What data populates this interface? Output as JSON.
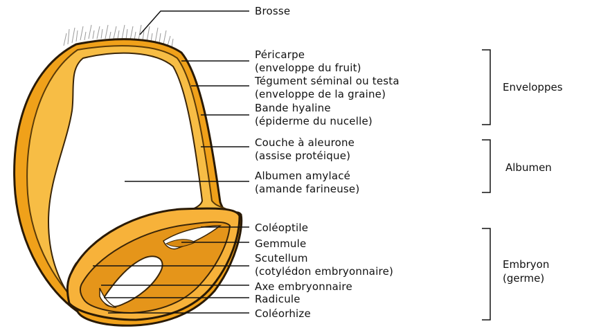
{
  "labels": {
    "brosse": "Brosse",
    "pericarpe": "Péricarpe",
    "pericarpe_sub": "(enveloppe du fruit)",
    "tegument": "Tégument séminal ou testa",
    "tegument_sub": "(enveloppe de la graine)",
    "bande": "Bande hyaline",
    "bande_sub": "(épiderme du nucelle)",
    "couche": "Couche à aleurone",
    "couche_sub": "(assise protéique)",
    "albumen_amylace": "Albumen amylacé",
    "albumen_amylace_sub": "(amande farineuse)",
    "coleoptile": "Coléoptile",
    "gemmule": "Gemmule",
    "scutellum": "Scutellum",
    "scutellum_sub": "(cotylédon embryonnaire)",
    "axe": "Axe embryonnaire",
    "radicule": "Radicule",
    "coleorhize": "Coléorhize"
  },
  "groups": {
    "enveloppes": "Enveloppes",
    "albumen": "Albumen",
    "embryon": "Embryon",
    "embryon_sub": "(germe)"
  },
  "colors": {
    "seed_fill": "#f2a51c",
    "seed_light": "#f8c04a",
    "seed_dark": "#b9740c",
    "endosperm": "#ffffff",
    "outline": "#2a1a05",
    "leader": "#111111"
  }
}
